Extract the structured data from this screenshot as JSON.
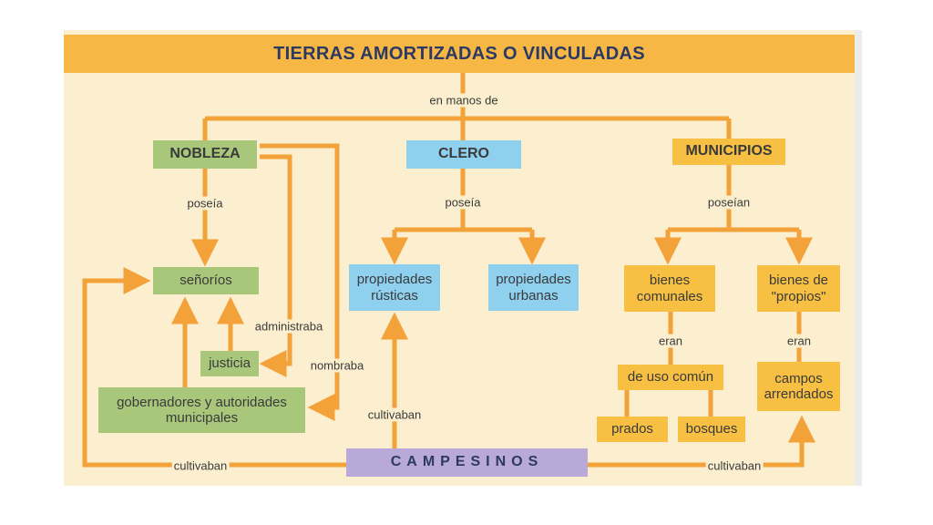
{
  "title": "TIERRAS AMORTIZADAS O VINCULADAS",
  "labels": {
    "en_manos_de": "en manos de",
    "poseia_nobleza": "poseía",
    "poseia_clero": "poseía",
    "poseian_municipios": "poseían",
    "administraba": "administraba",
    "nombraba": "nombraba",
    "cultivaban_center": "cultivaban",
    "cultivaban_left": "cultivaban",
    "cultivaban_right": "cultivaban",
    "eran_left": "eran",
    "eran_right": "eran"
  },
  "nodes": {
    "nobleza": "NOBLEZA",
    "clero": "CLERO",
    "municipios": "MUNICIPIOS",
    "senorios": "señoríos",
    "justicia": "justicia",
    "gobernadores": "gobernadores y autoridades municipales",
    "propiedades_rusticas": "propiedades rústicas",
    "propiedades_urbanas": "propiedades urbanas",
    "bienes_comunales": "bienes comunales",
    "bienes_propios": "bienes de \"propios\"",
    "uso_comun": "de uso común",
    "prados": "prados",
    "bosques": "bosques",
    "campos_arrendados": "campos arrendados",
    "campesinos": "CAMPESINOS"
  },
  "colors": {
    "nobleza_group": "#a9c77b",
    "clero_group": "#8fd0ef",
    "municipios_group": "#f7c043",
    "campesinos": "#b9a9d8",
    "connector": "#f3a23a"
  }
}
